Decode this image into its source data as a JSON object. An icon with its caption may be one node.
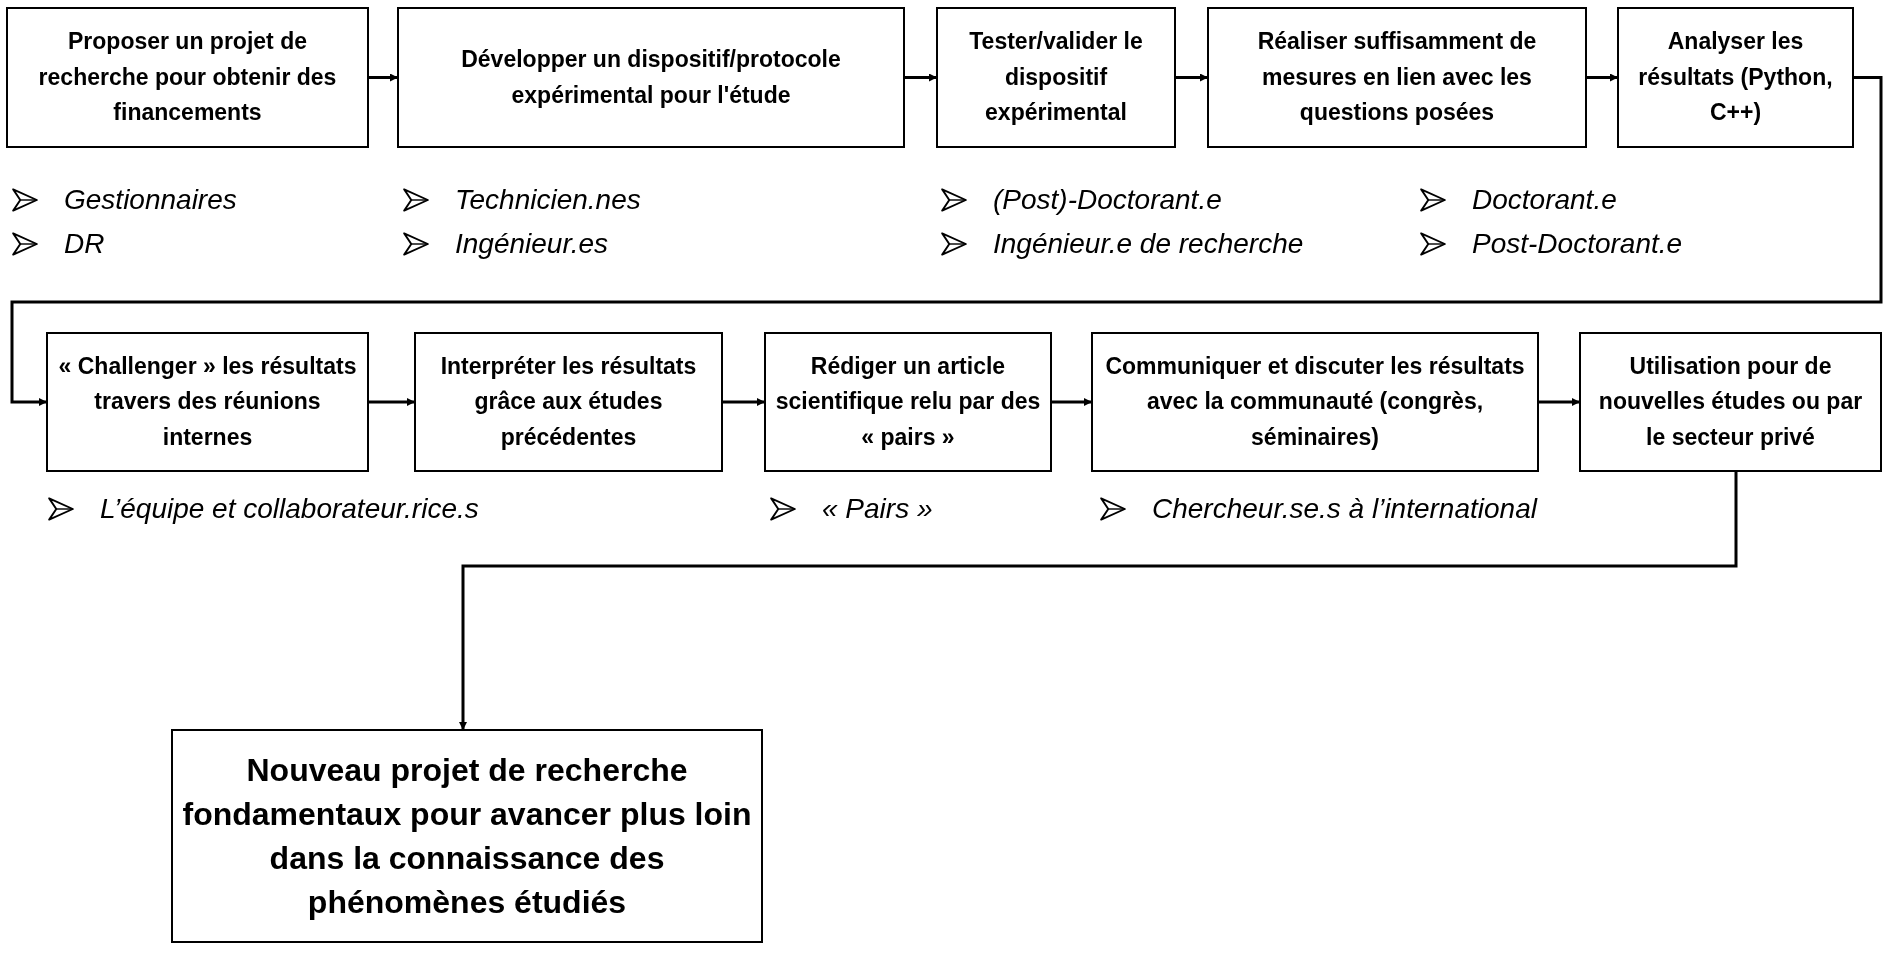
{
  "diagram": {
    "nodes": [
      {
        "text": [
          "Proposer un projet de recherche pour obtenir des financements"
        ]
      },
      {
        "text": [
          "Développer un dispositif/protocole expérimental pour l'étude"
        ]
      },
      {
        "text": [
          "Tester/valider le dispositif expérimental"
        ]
      },
      {
        "text": [
          "Réaliser suffisamment de mesures en lien avec les questions posées"
        ]
      },
      {
        "text": [
          "Analyser les résultats (Python, C++)"
        ]
      },
      {
        "text": [
          "« Challenger » les résultats travers des réunions internes"
        ]
      },
      {
        "text": [
          "Interpréter les résultats grâce aux études précédentes"
        ]
      },
      {
        "text": [
          "Rédiger un article scientifique relu par des « pairs »"
        ]
      },
      {
        "text": [
          "Communiquer et discuter les résultats avec la communauté (congrès, séminaires)"
        ]
      },
      {
        "text": [
          "Utilisation pour de nouvelles études ou par le secteur privé"
        ]
      },
      {
        "text": [
          "Nouveau projet de recherche fondamentaux pour avancer plus loin dans la connaissance des phénomènes étudiés"
        ]
      }
    ],
    "edges": [
      {
        "from": 0,
        "to": 1,
        "arrow": "to"
      },
      {
        "from": 1,
        "to": 2,
        "arrow": "to"
      },
      {
        "from": 2,
        "to": 3,
        "arrow": "to"
      },
      {
        "from": 3,
        "to": 4,
        "arrow": "to"
      },
      {
        "from": 4,
        "to": 5,
        "arrow": "to"
      },
      {
        "from": 5,
        "to": 6,
        "arrow": "to"
      },
      {
        "from": 6,
        "to": 7,
        "arrow": "to"
      },
      {
        "from": 7,
        "to": 8,
        "arrow": "to"
      },
      {
        "from": 8,
        "to": 9,
        "arrow": "to"
      },
      {
        "from": 9,
        "to": 10,
        "arrow": "to"
      }
    ],
    "labels": [
      "Gestionnaires",
      "Technicien.nes",
      "(Post)-Doctorant.e",
      "Doctorant.e",
      "DR",
      "Ingénieur.es",
      "Ingénieur.e de recherche",
      "Post-Doctorant.e",
      "L’équipe et collaborateur.rice.s",
      "« Pairs »",
      "Chercheur.se.s à l’international"
    ]
  }
}
